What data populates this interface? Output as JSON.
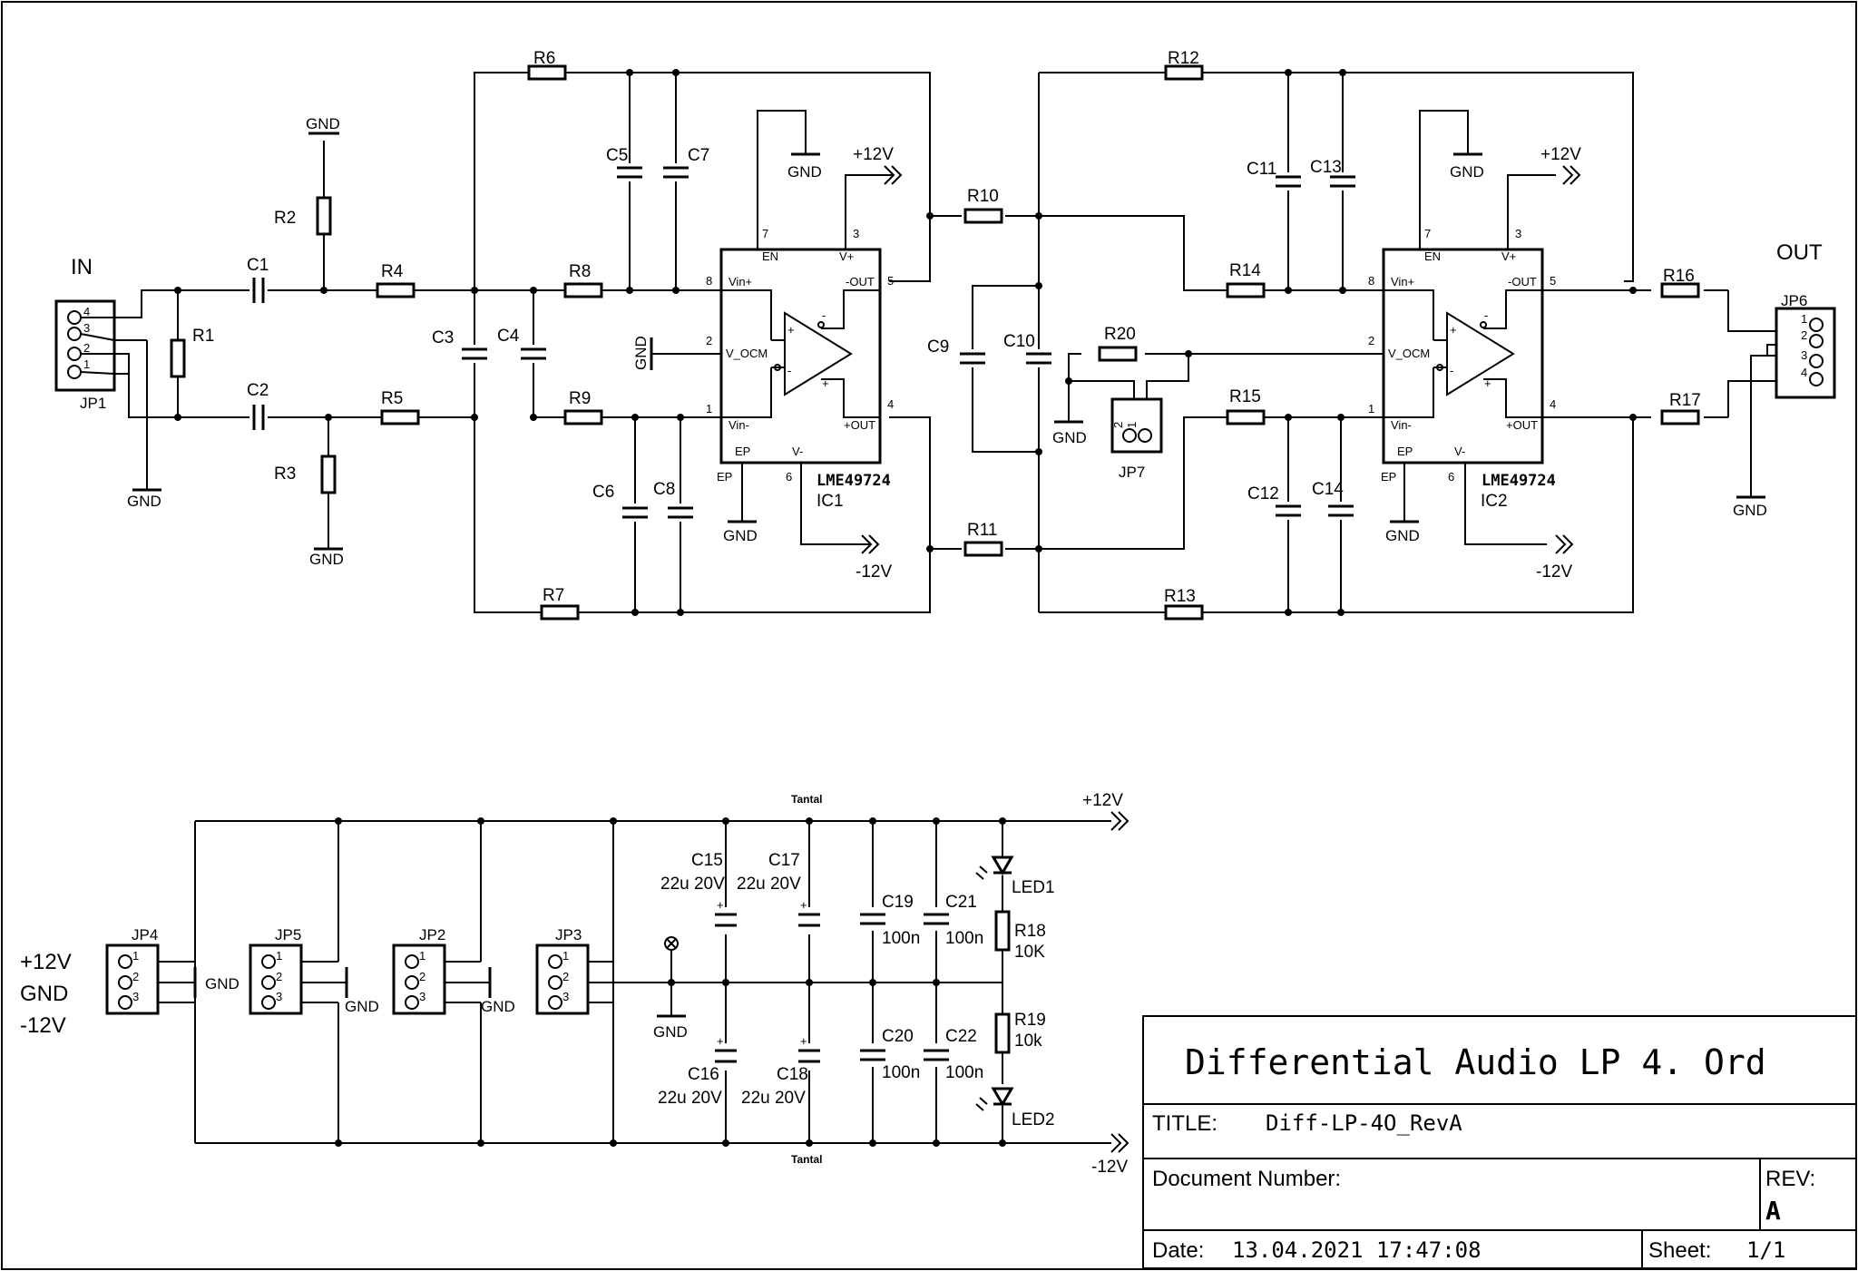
{
  "stage_labels": {
    "in": "IN",
    "out": "OUT"
  },
  "resistors": [
    "R1",
    "R2",
    "R3",
    "R4",
    "R5",
    "R6",
    "R7",
    "R8",
    "R9",
    "R10",
    "R11",
    "R12",
    "R13",
    "R14",
    "R15",
    "R16",
    "R17",
    "R18",
    "R19",
    "R20"
  ],
  "capacitors": [
    "C1",
    "C2",
    "C3",
    "C4",
    "C5",
    "C6",
    "C7",
    "C8",
    "C9",
    "C10",
    "C11",
    "C12",
    "C13",
    "C14"
  ],
  "connectors": {
    "jp1": "JP1",
    "jp2": "JP2",
    "jp3": "JP3",
    "jp4": "JP4",
    "jp5": "JP5",
    "jp6": "JP6",
    "jp7": "JP7"
  },
  "ic1": {
    "ref": "IC1",
    "part": "LME49724"
  },
  "ic2": {
    "ref": "IC2",
    "part": "LME49724"
  },
  "ic_pins": {
    "vin_plus": "Vin+",
    "vin_minus": "Vin-",
    "en": "EN",
    "vplus": "V+",
    "out_minus": "-OUT",
    "out_plus": "+OUT",
    "v_ocm": "V_OCM",
    "ep_pin": "EP",
    "ep": "EP",
    "vminus": "V-",
    "plus": "+",
    "minus": "-",
    "n8": "8",
    "n7": "7",
    "n3": "3",
    "n5": "5",
    "n2": "2",
    "n1": "1",
    "n4": "4",
    "n6": "6"
  },
  "connector_pins": {
    "p1": "1",
    "p2": "2",
    "p3": "3",
    "p4": "4"
  },
  "nets": {
    "gnd": "GND",
    "p12": "+12V",
    "m12": "-12V"
  },
  "supply": {
    "c15": {
      "ref": "C15",
      "value": "22u 20V"
    },
    "c16": {
      "ref": "C16",
      "value": "22u 20V"
    },
    "c17": {
      "ref": "C17",
      "value": "22u 20V"
    },
    "c18": {
      "ref": "C18",
      "value": "22u 20V"
    },
    "c19": {
      "ref": "C19",
      "value": "100n"
    },
    "c20": {
      "ref": "C20",
      "value": "100n"
    },
    "c21": {
      "ref": "C21",
      "value": "100n"
    },
    "c22": {
      "ref": "C22",
      "value": "100n"
    },
    "r18": {
      "ref": "R18",
      "value": "10K"
    },
    "r19": {
      "ref": "R19",
      "value": "10k"
    },
    "led1": "LED1",
    "led2": "LED2",
    "tantal": "Tantal",
    "plus": "+",
    "input_labels": [
      "+12V",
      "GND",
      "-12V"
    ]
  },
  "title_block": {
    "title": "Differential Audio LP 4. Ord",
    "title_key": "TITLE:",
    "title_value": "Diff-LP-4O_RevA",
    "doc_number": "Document Number:",
    "rev_key": "REV:",
    "rev_value": "A",
    "date_key": "Date:",
    "date_value": "13.04.2021 17:47:08",
    "sheet_key": "Sheet:",
    "sheet_value": "1/1"
  }
}
